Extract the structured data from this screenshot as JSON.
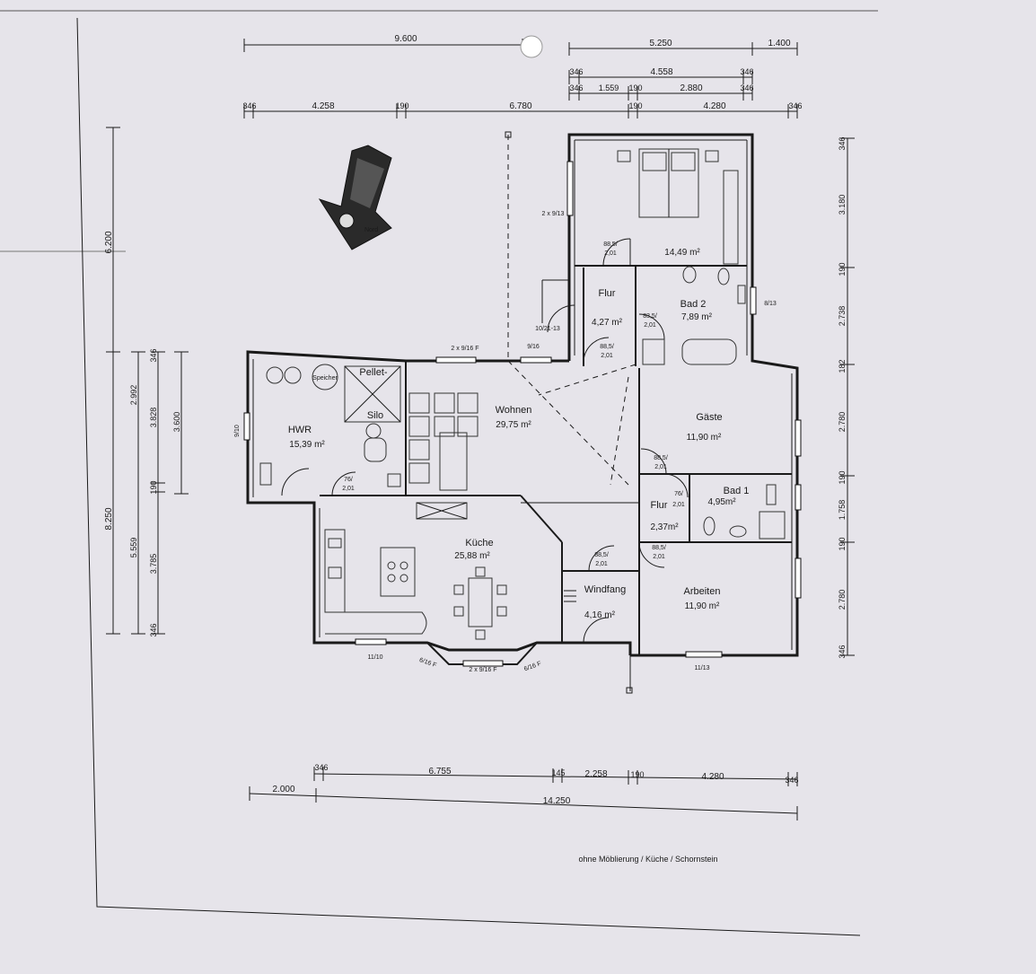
{
  "rooms": {
    "bedroom_area": "14,49 m²",
    "flur1_name": "Flur",
    "flur1_area": "4,27 m²",
    "bad2_name": "Bad 2",
    "bad2_area": "7,89 m²",
    "hwr_name": "HWR",
    "hwr_area": "15,39 m²",
    "pellet": "Pellet-",
    "silo": "Silo",
    "speicher": "Speicher",
    "wohnen_name": "Wohnen",
    "wohnen_area": "29,75 m²",
    "gaeste_name": "Gäste",
    "gaeste_area": "11,90 m²",
    "bad1_name": "Bad 1",
    "bad1_area": "4,95m²",
    "flur2_name": "Flur",
    "flur2_area": "2,37m²",
    "kueche_name": "Küche",
    "kueche_area": "25,88 m²",
    "windfang_name": "Windfang",
    "windfang_area": "4,16 m²",
    "arbeiten_name": "Arbeiten",
    "arbeiten_area": "11,90 m²"
  },
  "openings": {
    "bed_window": "2 x 9/13",
    "flur_door": "10/21-13",
    "door_885": "88,5/",
    "door_201": "2,01",
    "door_835": "83,5/",
    "window_813": "8/13",
    "window_916": "9/16",
    "window_2x916f_top": "2 x 9/16 F",
    "hwr_window": "9/10",
    "door_76": "76/",
    "window_1110": "11/10",
    "window_616f": "6/16 F",
    "window_2x916f_bottom": "2 x 9/16 F",
    "window_1113": "11/13"
  },
  "dimensions": {
    "top": {
      "d9600": "9.600",
      "d5250": "5.250",
      "d1400": "1.400",
      "d346": "346",
      "d4558": "4.558",
      "d1559": "1.559",
      "d190": "190",
      "d2880": "2.880",
      "d4258": "4.258",
      "d6780": "6.780",
      "d4280": "4.280"
    },
    "left": {
      "d6200": "6.200",
      "d8250": "8.250",
      "d5559": "5.559",
      "d2992": "2.992",
      "d3828": "3.828",
      "d3600": "3.600",
      "d3785": "3.785",
      "d190": "190",
      "d346": "346"
    },
    "right": {
      "d3180": "3.180",
      "d2738": "2.738",
      "d2780a": "2.780",
      "d1758": "1.758",
      "d2780b": "2.780",
      "d190": "190",
      "d182": "182",
      "d346": "346"
    },
    "bottom": {
      "d346": "346",
      "d6755": "6.755",
      "d145": "145",
      "d2258": "2.258",
      "d190": "190",
      "d4280": "4.280",
      "d2000": "2.000",
      "d14250": "14.250"
    }
  },
  "footnote": "ohne Möblierung / Küche / Schornstein",
  "north_label": "Nord"
}
